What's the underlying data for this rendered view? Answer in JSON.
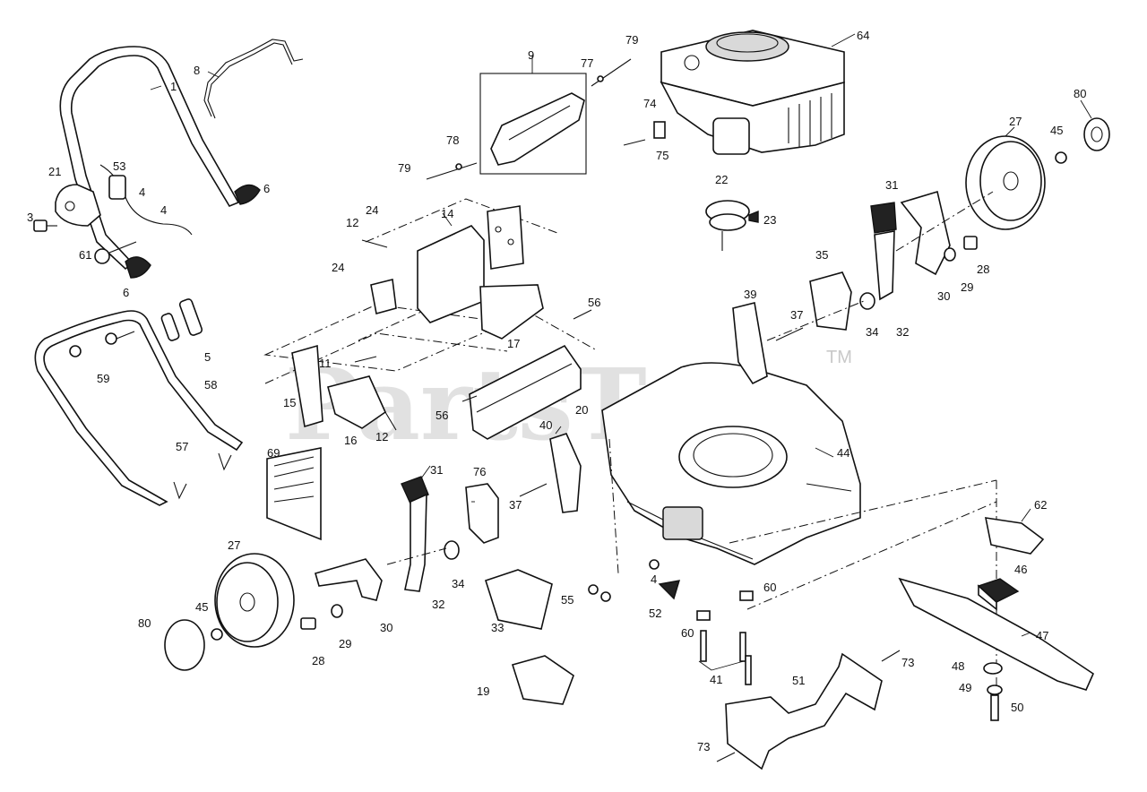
{
  "watermark": {
    "text": "PartsTree",
    "tm": "TM"
  },
  "callouts": {
    "c1": "1",
    "c3": "3",
    "c4a": "4",
    "c4b": "4",
    "c4c": "4",
    "c5": "5",
    "c6a": "6",
    "c6b": "6",
    "c8": "8",
    "c9": "9",
    "c11": "11",
    "c12a": "12",
    "c12b": "12",
    "c14": "14",
    "c15": "15",
    "c16": "16",
    "c17": "17",
    "c19": "19",
    "c20": "20",
    "c21": "21",
    "c22": "22",
    "c23": "23",
    "c24a": "24",
    "c24b": "24",
    "c27a": "27",
    "c27b": "27",
    "c28a": "28",
    "c28b": "28",
    "c29a": "29",
    "c29b": "29",
    "c30a": "30",
    "c30b": "30",
    "c31a": "31",
    "c31b": "31",
    "c32a": "32",
    "c32b": "32",
    "c33": "33",
    "c34a": "34",
    "c34b": "34",
    "c35": "35",
    "c37a": "37",
    "c37b": "37",
    "c39": "39",
    "c40": "40",
    "c41": "41",
    "c44": "44",
    "c45a": "45",
    "c45b": "45",
    "c46": "46",
    "c47": "47",
    "c48": "48",
    "c49": "49",
    "c50": "50",
    "c51": "51",
    "c52": "52",
    "c53": "53",
    "c55": "55",
    "c56a": "56",
    "c56b": "56",
    "c57": "57",
    "c58": "58",
    "c59": "59",
    "c60a": "60",
    "c60b": "60",
    "c61": "61",
    "c62": "62",
    "c64": "64",
    "c69": "69",
    "c73a": "73",
    "c73b": "73",
    "c74": "74",
    "c75": "75",
    "c76": "76",
    "c77": "77",
    "c78": "78",
    "c79a": "79",
    "c79b": "79",
    "c80a": "80",
    "c80b": "80"
  },
  "colors": {
    "line": "#111111",
    "watermark": "#c9c9c9",
    "background": "#ffffff"
  }
}
